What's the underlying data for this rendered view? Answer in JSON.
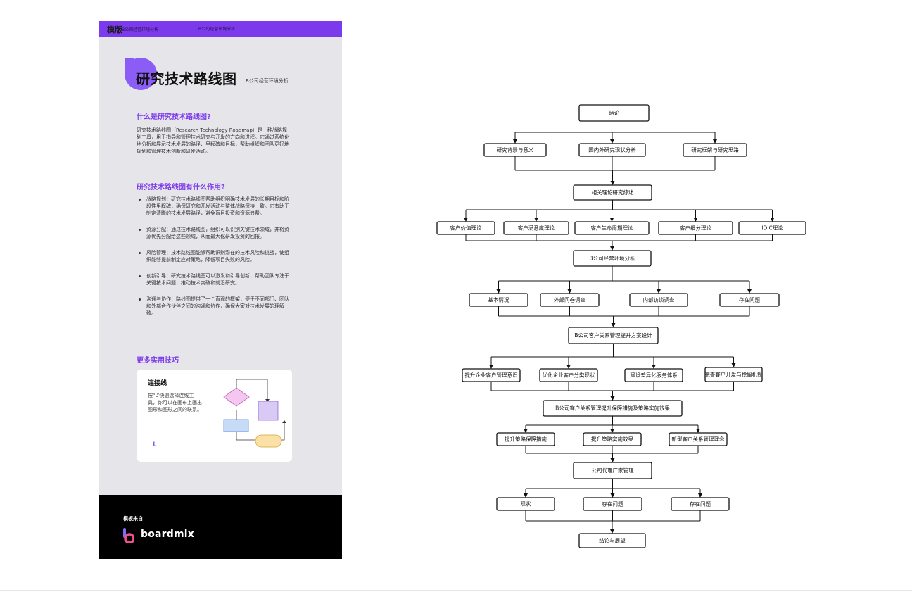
{
  "template_card": {
    "header_brand": "模版",
    "header_sub1": "B公司经营环境分析",
    "header_sub2": "B公司经营环境分析",
    "title": "研究技术路线图",
    "title_sub": "B公司经营环境分析",
    "section1_heading": "什么是研究技术路线图?",
    "section1_text": "研究技术路线图（Research Technology Roadmap）是一种战略规划工具，用于指导和管理技术研究与开发的方向和进程。它通过系统化地分析和展示技术发展的路径、里程碑和目标，帮助组织和团队更好地规划和管理技术创新和研发活动。",
    "section2_heading": "研究技术路线图有什么作用?",
    "bullets": [
      "战略规划：研究技术路线图帮助组织明确技术发展的长期目标和阶段性里程碑，确保研究和开发活动与整体战略保持一致。它有助于制定清晰的技术发展路径，避免盲目投资和资源浪费。",
      "资源分配：通过技术路线图，组织可以识别关键技术领域，并将资源优先分配给这些领域，从而最大化研发投资的回报。",
      "风险管理：技术路线图能够帮助识别潜在的技术风险和挑战，使组织能够提前制定应对策略，降低项目失败的风险。",
      "创新引导：研究技术路线图可以激发和引导创新，帮助团队专注于关键技术问题，推动技术突破和前沿研究。",
      "沟通与协作：路线图提供了一个直观的框架，便于不同部门、团队和外部合作伙伴之间的沟通和协作，确保大家对技术发展的理解一致。"
    ],
    "section3_heading": "更多实用技巧",
    "tip_title": "连接线",
    "tip_text": "按“L”快速选择连线工具，你可以在画布上画出图形和图形之间的联系。",
    "tip_key": "L",
    "footer_label": "模板来自",
    "footer_brand": "boardmix"
  },
  "flowchart": {
    "nodes": {
      "n1": "绪论",
      "n2": "研究背景与意义",
      "n3": "国内外研究现状分析",
      "n4": "研究框架与研究思路",
      "n5": "相关理论研究综述",
      "n6": "客户价值理论",
      "n7": "客户满意度理论",
      "n8": "客户生命周期理论",
      "n9": "客户细分理论",
      "n10": "IDIC理论",
      "n11": "B公司经营环境分析",
      "n12": "基本情况",
      "n13": "外部问卷调查",
      "n14": "内部访谈调查",
      "n15": "存在问题",
      "n16": "B公司客户关系管理提升方案设计",
      "n17": "提升企业客户管理意识",
      "n18": "优化企业客户分类现状",
      "n19": "建设差异化服务体系",
      "n20": "完善客户开发与挽留机制",
      "n21": "B公司客户关系管理提升保障措施及策略实施效果",
      "n22": "提升策略保障措施",
      "n23": "提升策略实施效果",
      "n24": "新型客户关系管理理念",
      "n25": "公司代理厂家管理",
      "n26": "现状",
      "n27": "存在问题",
      "n28": "存在问题",
      "n29": "结论与展望"
    }
  }
}
